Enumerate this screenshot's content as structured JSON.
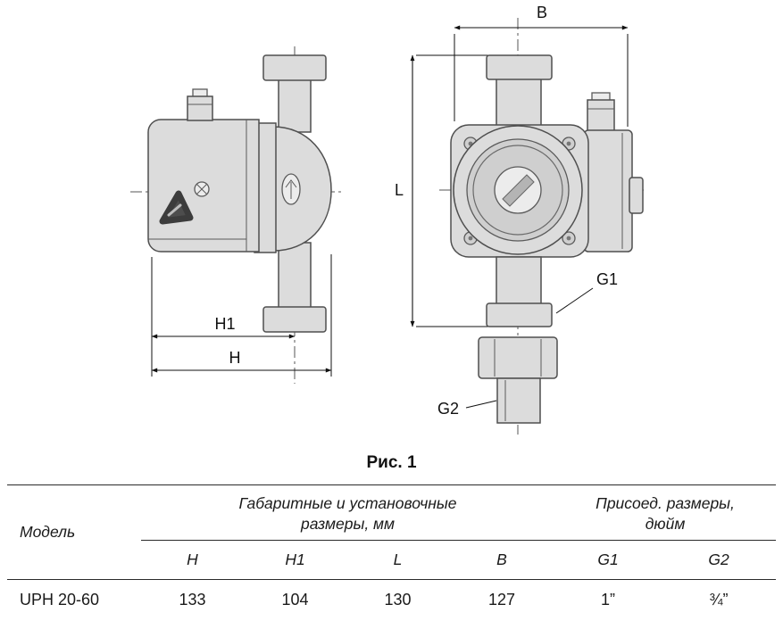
{
  "drawing": {
    "dim_b": "B",
    "dim_l": "L",
    "dim_h": "H",
    "dim_h1": "H1",
    "dim_g1": "G1",
    "dim_g2": "G2",
    "caption": "Рис. 1"
  },
  "table": {
    "col_model": "Модель",
    "group_dimensions": [
      "Габаритные и установочные",
      "размеры, мм"
    ],
    "group_connection": [
      "Присоед. размеры,",
      "дюйм"
    ],
    "headers": [
      "H",
      "H1",
      "L",
      "B",
      "G1",
      "G2"
    ],
    "row": {
      "model": "UPH 20-60",
      "h": "133",
      "h1": "104",
      "l": "130",
      "b": "127",
      "g1": "1”",
      "g2": "¾”"
    }
  }
}
